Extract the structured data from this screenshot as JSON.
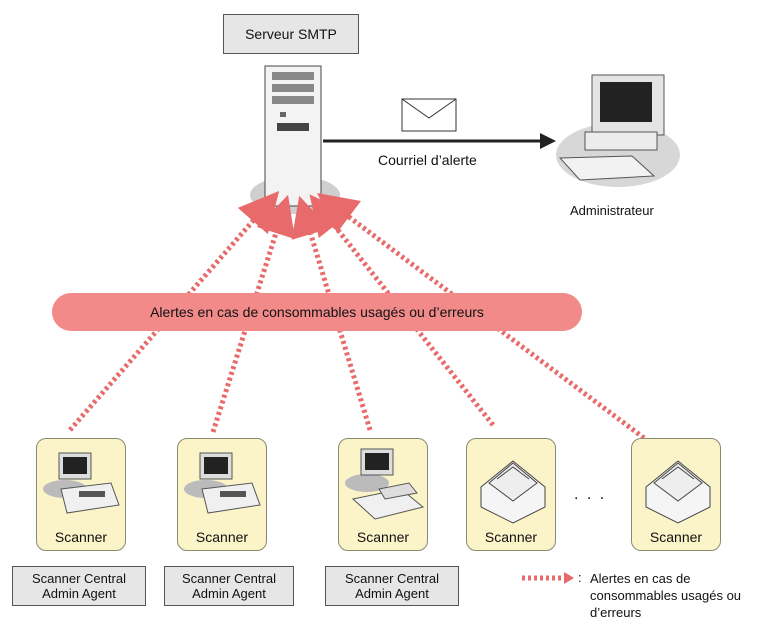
{
  "smtp_server": {
    "label": "Serveur SMTP"
  },
  "email": {
    "label": "Courriel d’alerte"
  },
  "administrator": {
    "label": "Administrateur"
  },
  "alerts_band": {
    "label": "Alertes en cas de consommables usagés ou d’erreurs"
  },
  "scanners": [
    {
      "label": "Scanner",
      "agent": "Scanner Central\nAdmin Agent"
    },
    {
      "label": "Scanner",
      "agent": "Scanner Central\nAdmin Agent"
    },
    {
      "label": "Scanner",
      "agent": "Scanner Central\nAdmin Agent"
    },
    {
      "label": "Scanner"
    },
    {
      "label": "Scanner"
    }
  ],
  "ellipsis": ". . .",
  "legend": {
    "marker": ":",
    "text": "Alertes en cas de consommables usagés ou d’erreurs"
  },
  "colors": {
    "alert_line": "#e86a6a",
    "band": "#f28a8a",
    "scanner_card": "#fbf4c8",
    "agent_box": "#e6e6e6"
  }
}
